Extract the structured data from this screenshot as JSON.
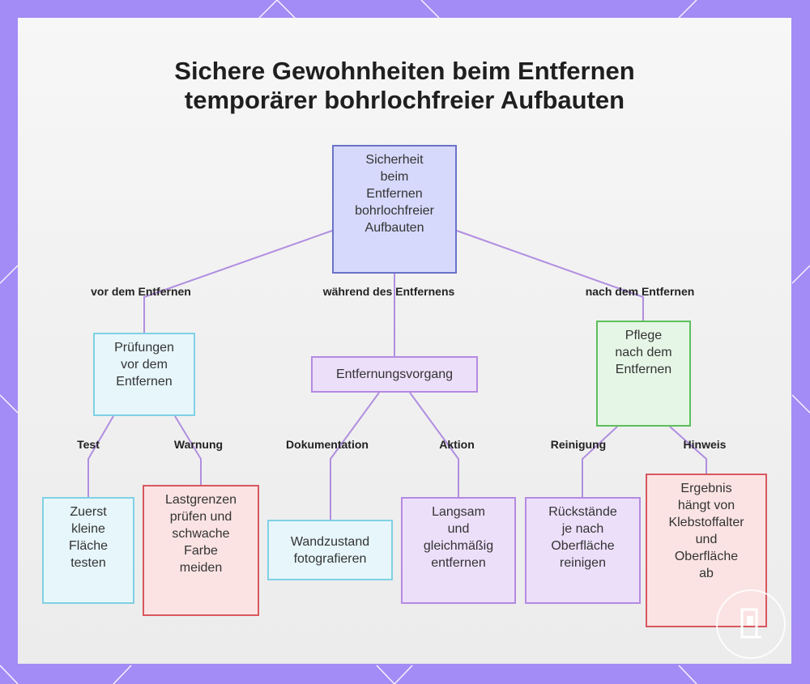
{
  "title": {
    "line1": "Sichere Gewohnheiten beim Entfernen",
    "line2": "temporärer bohrlochfreier Aufbauten"
  },
  "nodes": {
    "root": "Sicherheit\nbeim\nEntfernen\nbohrlochfreier\nAufbauten",
    "pre_checks": "Prüfungen\nvor dem\nEntfernen",
    "process": "Entfernungsvorgang",
    "post_care": "Pflege\nnach dem\nEntfernen",
    "test": "Zuerst\nkleine\nFläche\ntesten",
    "warning": "Lastgrenzen\nprüfen und\nschwache\nFarbe\nmeiden",
    "documentation": "Wandzustand\nfotografieren",
    "action": "Langsam\nund\ngleichmäßig\nentfernen",
    "cleaning": "Rückstände\nje nach\nOberfläche\nreinigen",
    "note": "Ergebnis\nhängt von\nKlebstoffalter\nund\nOberfläche\nab"
  },
  "edge_labels": {
    "before": "vor dem Entfernen",
    "during": "während des Entfernens",
    "after": "nach dem Entfernen",
    "test": "Test",
    "warning": "Warnung",
    "documentation": "Dokumentation",
    "action": "Aktion",
    "cleaning": "Reinigung",
    "note": "Hinweis"
  },
  "colors": {
    "frame": "#a38cf5",
    "edge": "#b08ee0",
    "root_fill": "#d6d9fb",
    "cyan_fill": "#e6f6fb",
    "purple_fill": "#ecdffa",
    "green_fill": "#e6f6e6",
    "red_fill": "#fbe3e3"
  },
  "logo_icon": "door-icon"
}
